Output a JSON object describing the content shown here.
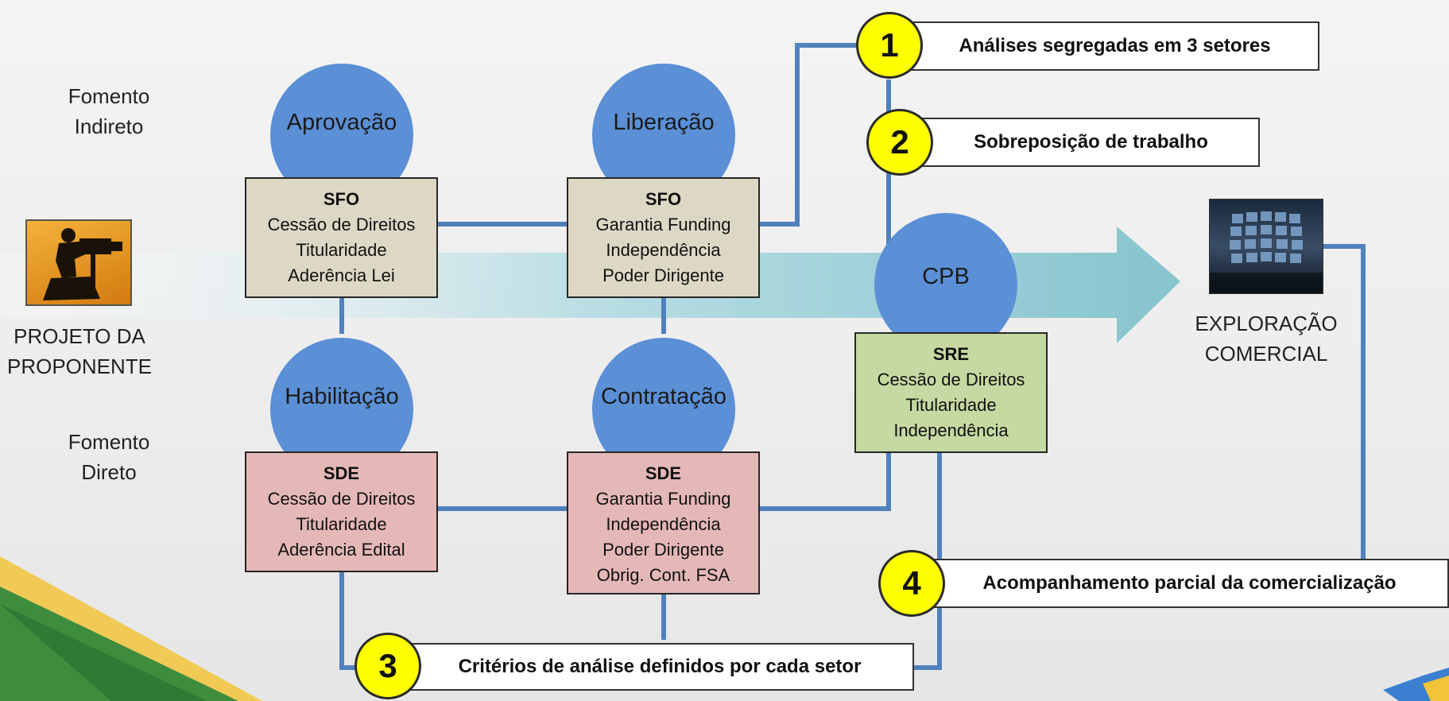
{
  "rows": {
    "indireto": [
      "Fomento",
      "Indireto"
    ],
    "direto": [
      "Fomento",
      "Direto"
    ]
  },
  "projeto": {
    "line1": "PROJETO DA",
    "line2": "PROPONENTE"
  },
  "exploracao": {
    "line1": "EXPLORAÇÃO",
    "line2": "COMERCIAL"
  },
  "circles": {
    "aprovacao": "Aprovação",
    "liberacao": "Liberação",
    "habilitacao": "Habilitação",
    "contratacao": "Contratação",
    "cpb": "CPB"
  },
  "boxes": {
    "sfo_aprovacao": {
      "header": "SFO",
      "lines": [
        "Cessão de Direitos",
        "Titularidade",
        "Aderência Lei"
      ]
    },
    "sfo_liberacao": {
      "header": "SFO",
      "lines": [
        "Garantia Funding",
        "Independência",
        "Poder Dirigente"
      ]
    },
    "sde_habilitacao": {
      "header": "SDE",
      "lines": [
        "Cessão de Direitos",
        "Titularidade",
        "Aderência Edital"
      ]
    },
    "sde_contratacao": {
      "header": "SDE",
      "lines": [
        "Garantia Funding",
        "Independência",
        "Poder Dirigente",
        "Obrig. Cont. FSA"
      ]
    },
    "sre": {
      "header": "SRE",
      "lines": [
        "Cessão de Direitos",
        "Titularidade",
        "Independência"
      ]
    }
  },
  "notes": [
    {
      "number": "1",
      "text": "Análises segregadas em 3 setores"
    },
    {
      "number": "2",
      "text": "Sobreposição de trabalho"
    },
    {
      "number": "3",
      "text": "Critérios de análise definidos por cada setor"
    },
    {
      "number": "4",
      "text": "Acompanhamento parcial da comercialização"
    }
  ],
  "colors": {
    "circle": "#5b8fd6",
    "connector": "#4f81bd",
    "arrow": "#8cc6cf",
    "beige_box": "#ddd8c5",
    "pink_box": "#e5b8b8",
    "green_box": "#c6d9a2",
    "number_badge": "#ffff00"
  },
  "icons": [
    "camera-operator-icon",
    "video-wall-icon"
  ]
}
